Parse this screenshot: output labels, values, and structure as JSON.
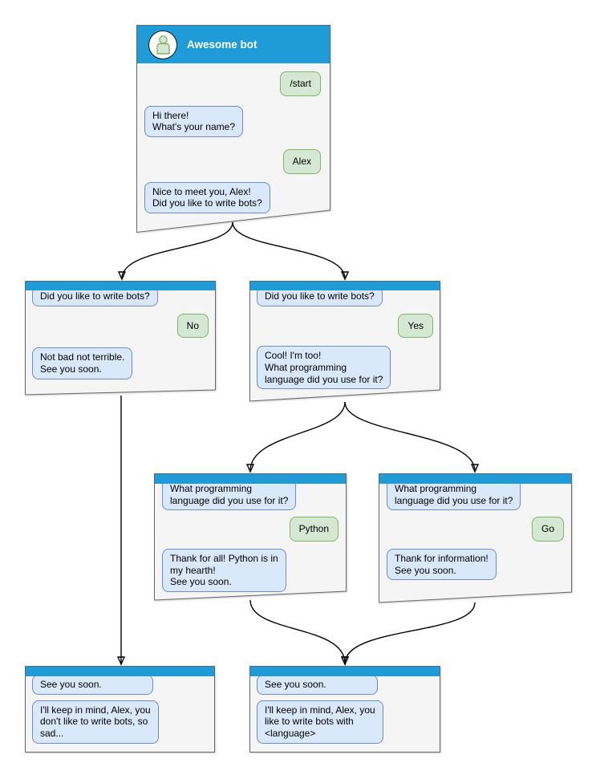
{
  "colors": {
    "titlebar_blue": "#1e9cd7",
    "window_bg": "#f5f5f5",
    "window_border": "#666666",
    "bot_bubble_bg": "#dae8fc",
    "bot_bubble_border": "#6c8ebf",
    "user_bubble_bg": "#d5e8d4",
    "user_bubble_border": "#82b366",
    "arrow": "#000000",
    "avatar_person": "#82b366"
  },
  "windows": [
    {
      "id": "root-chat",
      "title": "Awesome bot",
      "avatar_icon": "person-icon",
      "messages": [
        {
          "from": "user",
          "text": "/start"
        },
        {
          "from": "bot",
          "text": "Hi there!\nWhat's your name?"
        },
        {
          "from": "user",
          "text": "Alex"
        },
        {
          "from": "bot",
          "text": "Nice to meet you, Alex!\nDid you like to write bots?"
        }
      ]
    },
    {
      "id": "branch-no",
      "messages": [
        {
          "from": "bot",
          "text": "Did you like to write bots?"
        },
        {
          "from": "user",
          "text": "No"
        },
        {
          "from": "bot",
          "text": "Not bad not terrible.\nSee you soon."
        }
      ]
    },
    {
      "id": "branch-yes",
      "messages": [
        {
          "from": "bot",
          "text": "Did you like to write bots?"
        },
        {
          "from": "user",
          "text": "Yes"
        },
        {
          "from": "bot",
          "text": "Cool! I'm too!\nWhat programming\nlanguage did you use for it?"
        }
      ]
    },
    {
      "id": "branch-python",
      "messages": [
        {
          "from": "bot",
          "text": "What programming\nlanguage did you use for it?"
        },
        {
          "from": "user",
          "text": "Python"
        },
        {
          "from": "bot",
          "text": "Thank for all! Python is in\nmy hearth!\nSee you soon."
        }
      ]
    },
    {
      "id": "branch-go",
      "messages": [
        {
          "from": "bot",
          "text": "What programming\nlanguage did you use for it?"
        },
        {
          "from": "user",
          "text": "Go"
        },
        {
          "from": "bot",
          "text": "Thank for information!\nSee you soon."
        }
      ]
    },
    {
      "id": "end-no",
      "messages": [
        {
          "from": "bot",
          "text": "See you soon."
        },
        {
          "from": "bot",
          "text": "I'll keep in mind, Alex, you\ndon't like to write bots, so\nsad..."
        }
      ]
    },
    {
      "id": "end-language",
      "messages": [
        {
          "from": "bot",
          "text": "See you soon."
        },
        {
          "from": "bot",
          "text": "I'll keep in mind, Alex, you\nlike to write bots with\n<language>"
        }
      ]
    }
  ]
}
